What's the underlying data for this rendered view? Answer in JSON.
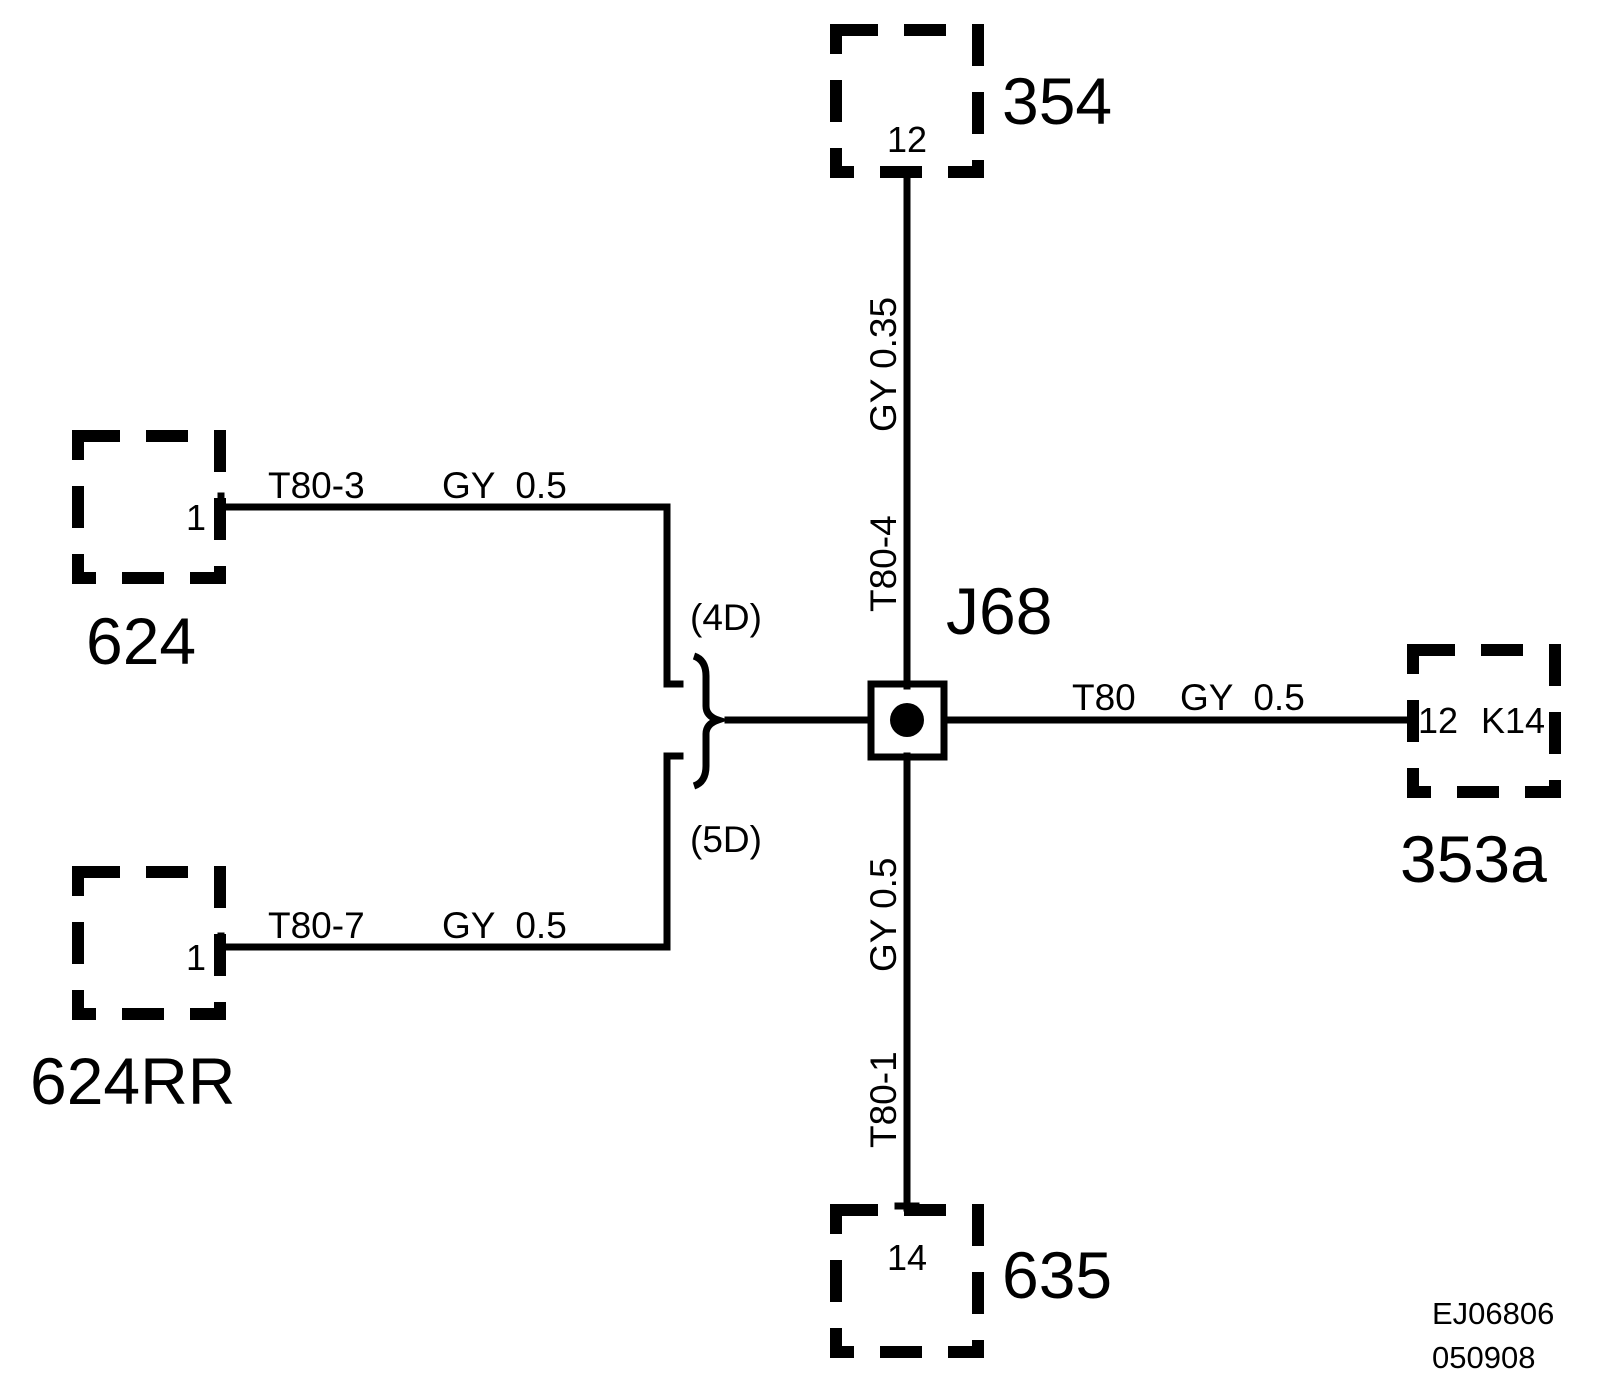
{
  "components": {
    "c354": {
      "label": "354",
      "pin": "12"
    },
    "c624": {
      "label": "624",
      "pin": "1"
    },
    "c624rr": {
      "label": "624RR",
      "pin": "1"
    },
    "c353a": {
      "label": "353a",
      "pin": "12",
      "pin_extra": "K14"
    },
    "c635": {
      "label": "635",
      "pin": "14"
    }
  },
  "junction": {
    "label": "J68"
  },
  "wires": {
    "top": {
      "id": "T80-4",
      "spec": "GY 0.35"
    },
    "bottom": {
      "id": "T80-1",
      "spec": "GY 0.5"
    },
    "right": {
      "id": "T80",
      "spec": "GY  0.5"
    },
    "upper_left": {
      "id": "T80-3",
      "spec": "GY  0.5"
    },
    "lower_left": {
      "id": "T80-7",
      "spec": "GY  0.5"
    }
  },
  "splice": {
    "upper": "(4D)",
    "lower": "(5D)"
  },
  "reference": {
    "code": "EJ06806",
    "date": "050908"
  },
  "icons": {
    "junction": "junction-dot-icon",
    "splice": "splice-brace-icon"
  }
}
